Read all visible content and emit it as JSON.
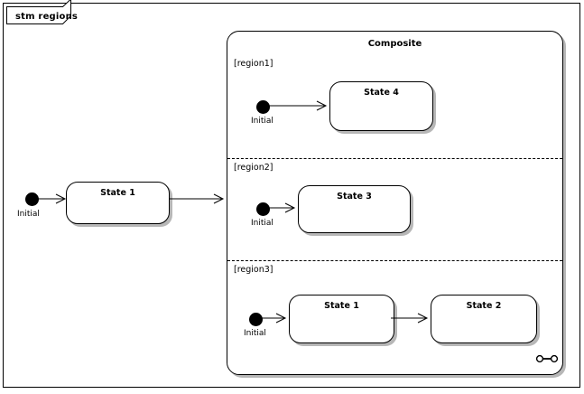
{
  "frame": {
    "title": "stm regions",
    "shape": "uml-frame-tab"
  },
  "composite": {
    "title": "Composite",
    "icon": "composite-state-icon"
  },
  "regions": [
    {
      "label": "[region1]",
      "initial": {
        "label": "Initial"
      },
      "states": [
        {
          "name": "State 4"
        }
      ]
    },
    {
      "label": "[region2]",
      "initial": {
        "label": "Initial"
      },
      "states": [
        {
          "name": "State 3"
        }
      ]
    },
    {
      "label": "[region3]",
      "initial": {
        "label": "Initial"
      },
      "states": [
        {
          "name": "State 1"
        },
        {
          "name": "State 2"
        }
      ]
    }
  ],
  "outer": {
    "initial": {
      "label": "Initial"
    },
    "state": {
      "name": "State 1"
    }
  },
  "colors": {
    "stroke": "#000000",
    "fill": "#ffffff",
    "shadow": "#aaaaaa",
    "text": "#000000"
  }
}
